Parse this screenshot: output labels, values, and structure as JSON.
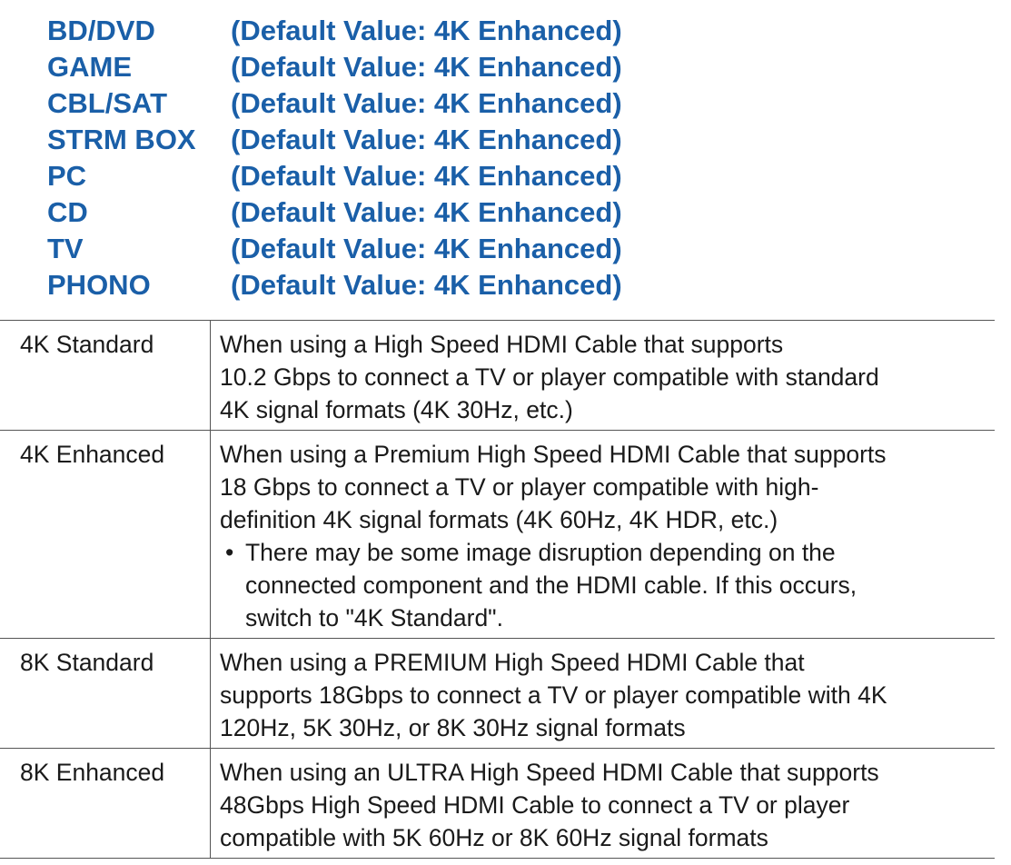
{
  "inputs": [
    {
      "name": "BD/DVD",
      "default": "(Default Value: 4K Enhanced)"
    },
    {
      "name": "GAME",
      "default": "(Default Value: 4K Enhanced)"
    },
    {
      "name": "CBL/SAT",
      "default": "(Default Value: 4K Enhanced)"
    },
    {
      "name": "STRM BOX",
      "default": "(Default Value: 4K Enhanced)"
    },
    {
      "name": "PC",
      "default": "(Default Value: 4K Enhanced)"
    },
    {
      "name": "CD",
      "default": "(Default Value: 4K Enhanced)"
    },
    {
      "name": "TV",
      "default": "(Default Value: 4K Enhanced)"
    },
    {
      "name": "PHONO",
      "default": "(Default Value: 4K Enhanced)"
    }
  ],
  "options": [
    {
      "name": "4K Standard",
      "lines": [
        "When using a High Speed HDMI Cable that supports",
        "10.2 Gbps to connect a TV or player compatible with standard",
        "4K signal formats (4K 30Hz, etc.)"
      ],
      "note": []
    },
    {
      "name": "4K Enhanced",
      "lines": [
        "When using a Premium High Speed HDMI Cable that supports",
        "18 Gbps to connect a TV or player compatible with high-",
        "definition 4K signal formats (4K 60Hz, 4K HDR, etc.)"
      ],
      "note": [
        "There may be some image disruption depending on the",
        "connected component and the HDMI cable. If this occurs,",
        "switch to \"4K Standard\"."
      ]
    },
    {
      "name": "8K Standard",
      "lines": [
        "When using a PREMIUM High Speed HDMI Cable that",
        "supports 18Gbps to connect a TV or player compatible with 4K",
        "120Hz, 5K 30Hz, or 8K 30Hz signal formats"
      ],
      "note": []
    },
    {
      "name": "8K Enhanced",
      "lines": [
        "When using an ULTRA High Speed HDMI Cable that supports",
        "48Gbps High Speed HDMI Cable to connect a TV or player",
        "compatible with 5K 60Hz or 8K 60Hz signal formats"
      ],
      "note": []
    }
  ],
  "bullet_symbol": "•"
}
